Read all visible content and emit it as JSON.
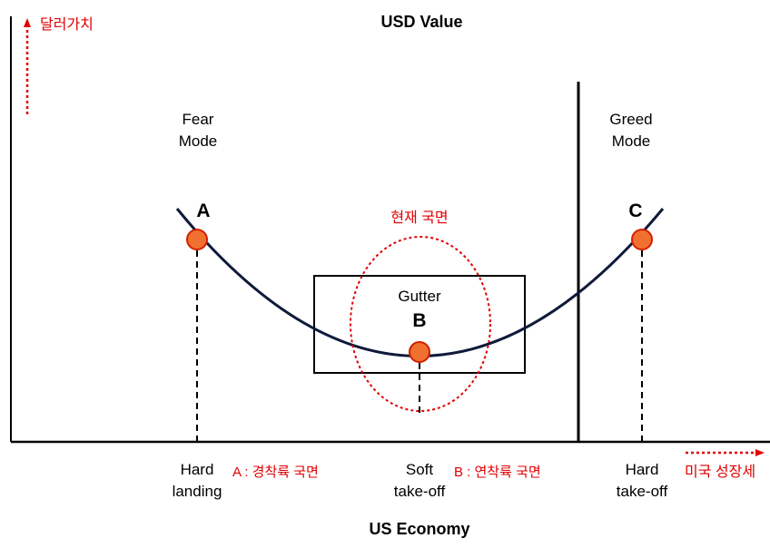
{
  "title": "USD Value",
  "bottom_title": "US Economy",
  "y_axis_note": "달러가치",
  "x_axis_note": "미국 성장세",
  "regions": {
    "fear": {
      "line1": "Fear",
      "line2": "Mode"
    },
    "greed": {
      "line1": "Greed",
      "line2": "Mode"
    },
    "gutter": "Gutter",
    "current_phase": "현재 국면"
  },
  "points": {
    "a": {
      "letter": "A",
      "line1": "Hard",
      "line2": "landing",
      "legend": "A : 경착륙 국면"
    },
    "b": {
      "letter": "B",
      "line1": "Soft",
      "line2": "take-off",
      "legend": "B : 연착륙 국면"
    },
    "c": {
      "letter": "C",
      "line1": "Hard",
      "line2": "take-off"
    }
  },
  "colors": {
    "accent": "#e00000",
    "marker_fill": "#f07030",
    "marker_stroke": "#d02000",
    "curve": "#0f1a3a"
  }
}
